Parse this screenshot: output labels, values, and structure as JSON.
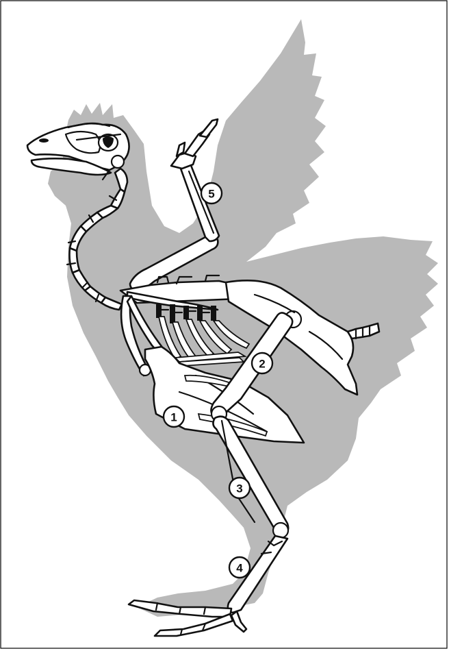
{
  "labels": [
    {
      "id": "1",
      "text": "1"
    },
    {
      "id": "2",
      "text": "2"
    },
    {
      "id": "3",
      "text": "3"
    },
    {
      "id": "4",
      "text": "4"
    },
    {
      "id": "5",
      "text": "5"
    }
  ],
  "colors": {
    "silhouette": "#b9b9b9",
    "bone": "#ffffff",
    "outline": "#111111"
  }
}
